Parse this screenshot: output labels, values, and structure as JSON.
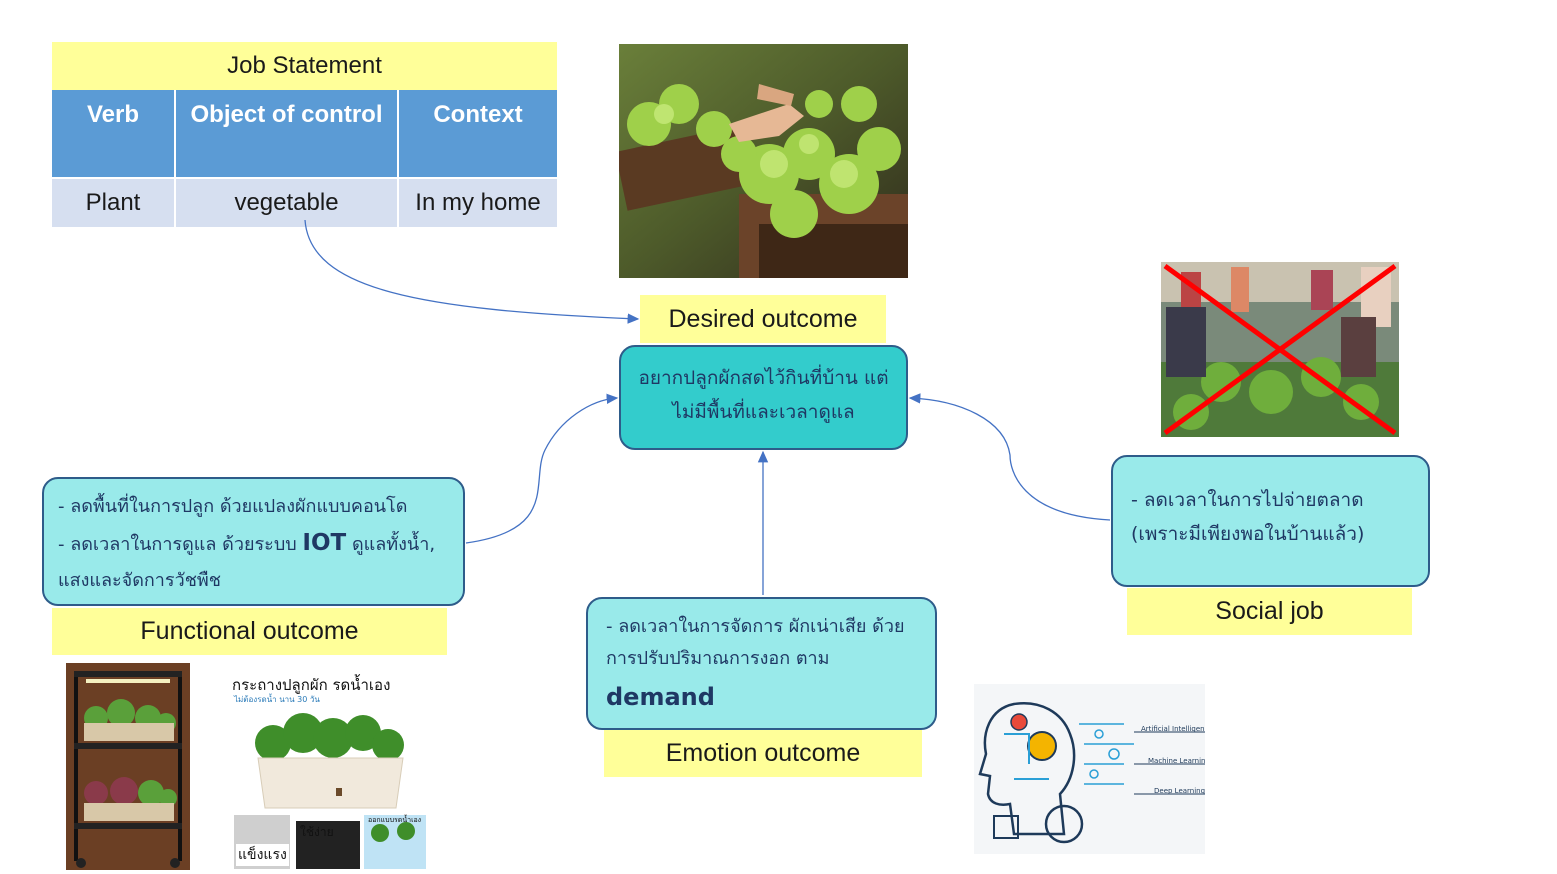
{
  "job_statement": {
    "title": "Job Statement",
    "headers": [
      "Verb",
      "Object of control",
      "Context"
    ],
    "row": [
      "Plant",
      "vegetable",
      "In my home"
    ]
  },
  "desired_outcome": {
    "label": "Desired outcome",
    "text_line1": "อยากปลูกผักสดไว้กินที่บ้าน แต่",
    "text_line2": "ไม่มีพื้นที่และเวลาดูแล"
  },
  "functional_outcome": {
    "label": "Functional outcome",
    "line1": " - ลดพื้นที่ในการปลูก ด้วยแปลงผักแบบคอนโด",
    "line2_a": "- ลดเวลาในการดูแล ด้วยระบบ ",
    "line2_iot": "IOT",
    "line2_b": " ดูแลทั้งน้ำ,",
    "line3": "แสงและจัดการวัชพืช"
  },
  "emotion_outcome": {
    "label": "Emotion outcome",
    "line1": " - ลดเวลาในการจัดการ ผักเน่าเสีย ด้วย",
    "line2": "การปรับปริมาณการงอก ตาม",
    "line3": "demand"
  },
  "social_job": {
    "label": "Social job",
    "line1": " - ลดเวลาในการไปจ่ายตลาด",
    "line2": "(เพราะมีเพียงพอในบ้านแล้ว)"
  },
  "planter_ad": {
    "headline": "กระถางปลูกผัก รดน้ำเอง",
    "subline": "ไม่ต้องรดน้ำ นาน 30 วัน",
    "tag1": "แข็งแรง",
    "tag2": "ใช้ง่าย",
    "tag3": "ออกแบบรดน้ำเอง"
  },
  "ai_graphic": {
    "label1": "Artificial Intelligence",
    "label2": "Machine Learning",
    "label3": "Deep Learning"
  },
  "colors": {
    "yellow": "#ffff99",
    "table_header": "#5b9bd5",
    "table_cell": "#d6dff0",
    "desired_box": "#33cccc",
    "outcome_box": "#99eaea",
    "box_border": "#2e5c8a",
    "connector": "#4472c4",
    "cross": "#ff0000"
  }
}
